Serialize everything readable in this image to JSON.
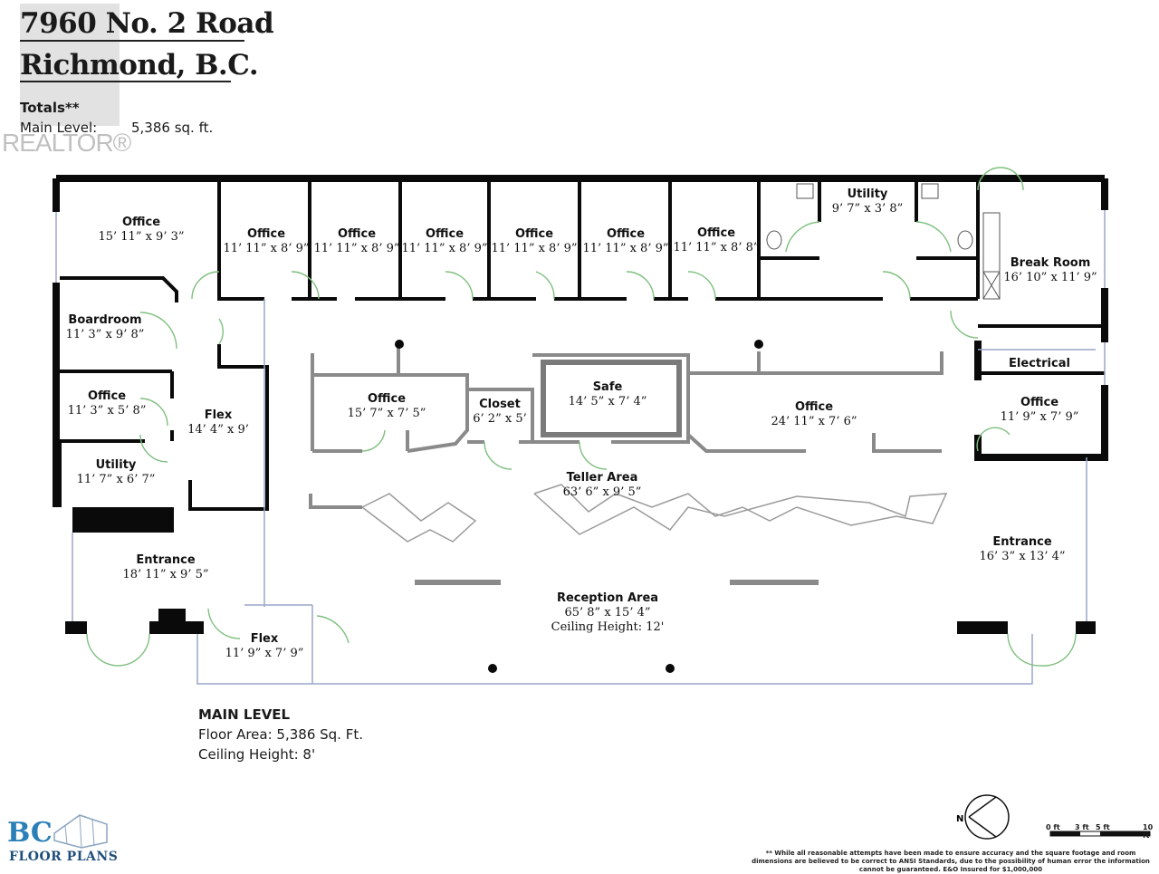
{
  "header": {
    "address_line1": "7960 No. 2 Road",
    "address_line2": "Richmond, B.C.",
    "totals_label": "Totals**",
    "main_level_label": "Main Level:",
    "main_level_value": "5,386 sq. ft."
  },
  "watermark": {
    "text": "REALTOR®"
  },
  "rooms": [
    {
      "name": "Office",
      "dims": "15’ 11” x 9’ 3”"
    },
    {
      "name": "Office",
      "dims": "11’ 11” x 8’ 9”"
    },
    {
      "name": "Office",
      "dims": "11’ 11” x 8’ 9”"
    },
    {
      "name": "Office",
      "dims": "11’ 11” x 8’ 9”"
    },
    {
      "name": "Office",
      "dims": "11’ 11” x 8’ 9”"
    },
    {
      "name": "Office",
      "dims": "11’ 11” x 8’ 9”"
    },
    {
      "name": "Office",
      "dims": "11’ 11” x 8’ 8”"
    },
    {
      "name": "Utility",
      "dims": "9’ 7” x 3’ 8”"
    },
    {
      "name": "Break Room",
      "dims": "16’ 10” x 11’ 9”"
    },
    {
      "name": "Boardroom",
      "dims": "11’ 3” x 9’ 8”"
    },
    {
      "name": "Office",
      "dims": "11’ 3” x 5’ 8”"
    },
    {
      "name": "Flex",
      "dims": "14’ 4” x 9’"
    },
    {
      "name": "Utility",
      "dims": "11’ 7” x 6’ 7”"
    },
    {
      "name": "Office",
      "dims": "15’ 7” x 7’ 5”"
    },
    {
      "name": "Closet",
      "dims": "6’ 2” x 5’"
    },
    {
      "name": "Safe",
      "dims": "14’ 5” x 7’ 4”"
    },
    {
      "name": "Office",
      "dims": "24’ 11” x 7’ 6”"
    },
    {
      "name": "Electrical",
      "dims": ""
    },
    {
      "name": "Office",
      "dims": "11’ 9” x 7’ 9”"
    },
    {
      "name": "Teller Area",
      "dims": "63’ 6” x 9’ 5”"
    },
    {
      "name": "Entrance",
      "dims": "18’ 11” x 9’ 5”"
    },
    {
      "name": "Entrance",
      "dims": "16’ 3” x 13’ 4”"
    },
    {
      "name": "Reception Area",
      "dims": "65’ 8” x 15’ 4”",
      "extra": "Ceiling Height: 12'"
    },
    {
      "name": "Flex",
      "dims": "11’ 9” x 7’ 9”"
    }
  ],
  "level_info": {
    "title": "MAIN LEVEL",
    "floor_area": "Floor Area: 5,386 Sq. Ft.",
    "ceiling_height": "Ceiling Height: 8'"
  },
  "compass": {
    "label": "N"
  },
  "scale": {
    "labels": [
      "0 ft",
      "3 ft",
      "5 ft",
      "10 ft"
    ]
  },
  "logo": {
    "line1": "BC",
    "line2": "FLOOR PLANS"
  },
  "disclaimer": "** While all reasonable attempts have been made to ensure accuracy and the square footage and room dimensions are believed to be correct to ANSI Standards, due to the possibility of human error the information cannot be guaranteed. E&O Insured for $1,000,000",
  "colors": {
    "wall": "#0a0a0a",
    "partition": "#8a8a8a",
    "door": "#7fbf7f",
    "window": "#9aa6c9",
    "logo_blue": "#2a7fb8"
  }
}
